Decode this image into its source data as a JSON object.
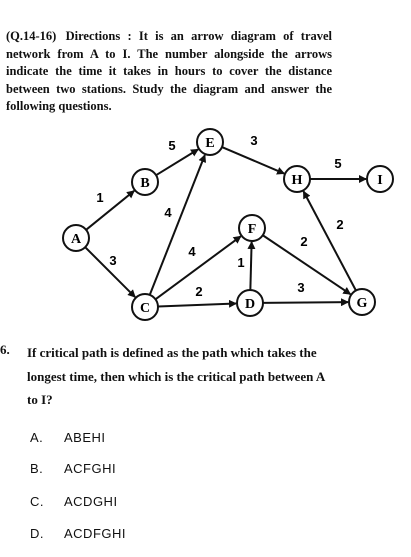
{
  "intro": {
    "qnum": "(Q.14-16)",
    "text": "Directions : It is an arrow diagram of travel network from A to I. The number alongside the arrows indicate the time it takes in hours to cover the distance between two stations. Study the diagram and answer the following questions."
  },
  "diagram": {
    "nodes": [
      {
        "id": "A",
        "label": "A"
      },
      {
        "id": "B",
        "label": "B"
      },
      {
        "id": "C",
        "label": "C"
      },
      {
        "id": "D",
        "label": "D"
      },
      {
        "id": "E",
        "label": "E"
      },
      {
        "id": "F",
        "label": "F"
      },
      {
        "id": "G",
        "label": "G"
      },
      {
        "id": "H",
        "label": "H"
      },
      {
        "id": "I",
        "label": "I"
      }
    ],
    "edges": [
      {
        "from": "A",
        "to": "B",
        "weight": "1"
      },
      {
        "from": "A",
        "to": "C",
        "weight": "3"
      },
      {
        "from": "B",
        "to": "E",
        "weight": "5"
      },
      {
        "from": "C",
        "to": "E",
        "weight": "4"
      },
      {
        "from": "C",
        "to": "F",
        "weight": "4"
      },
      {
        "from": "C",
        "to": "D",
        "weight": "2"
      },
      {
        "from": "D",
        "to": "F",
        "weight": "1"
      },
      {
        "from": "D",
        "to": "G",
        "weight": "3"
      },
      {
        "from": "F",
        "to": "G",
        "weight": "2"
      },
      {
        "from": "E",
        "to": "H",
        "weight": "3"
      },
      {
        "from": "G",
        "to": "H",
        "weight": "2"
      },
      {
        "from": "H",
        "to": "I",
        "weight": "5"
      }
    ]
  },
  "question": {
    "number": "6.",
    "text": "If critical path is defined as the path which takes the longest time, then which is the critical path between A to I?",
    "options": [
      {
        "label": "A.",
        "text": "ABEHI"
      },
      {
        "label": "B.",
        "text": "ACFGHI"
      },
      {
        "label": "C.",
        "text": "ACDGHI"
      },
      {
        "label": "D.",
        "text": "ACDFGHI"
      }
    ]
  }
}
